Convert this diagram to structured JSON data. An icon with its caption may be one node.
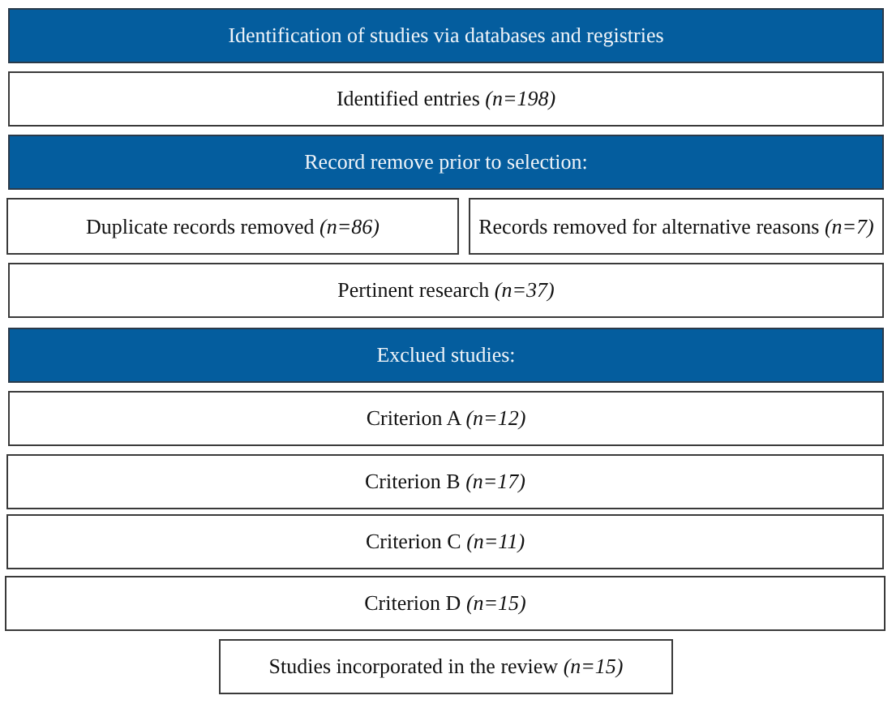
{
  "diagram": {
    "nodes": [
      {
        "text": [
          "Identification of studies via databases and registries"
        ]
      },
      {
        "text": [
          "Identified entries *(n=198)*"
        ]
      },
      {
        "text": [
          "Record remove prior to selection:"
        ]
      },
      {
        "text": [
          "Duplicate records removed *(n=86)*"
        ]
      },
      {
        "text": [
          "Records removed for alternative reasons *(n=7)*"
        ]
      },
      {
        "text": [
          "Pertinent research *(n=37)*"
        ]
      },
      {
        "text": [
          "Exclued studies:"
        ]
      },
      {
        "text": [
          "Criterion A *(n=12)*"
        ]
      },
      {
        "text": [
          "Criterion B *(n=17)*"
        ]
      },
      {
        "text": [
          "Criterion C *(n=11)*"
        ]
      },
      {
        "text": [
          "Criterion D *(n=15)*"
        ]
      },
      {
        "text": [
          "Studies incorporated in the review *(n=15)*"
        ]
      }
    ]
  }
}
